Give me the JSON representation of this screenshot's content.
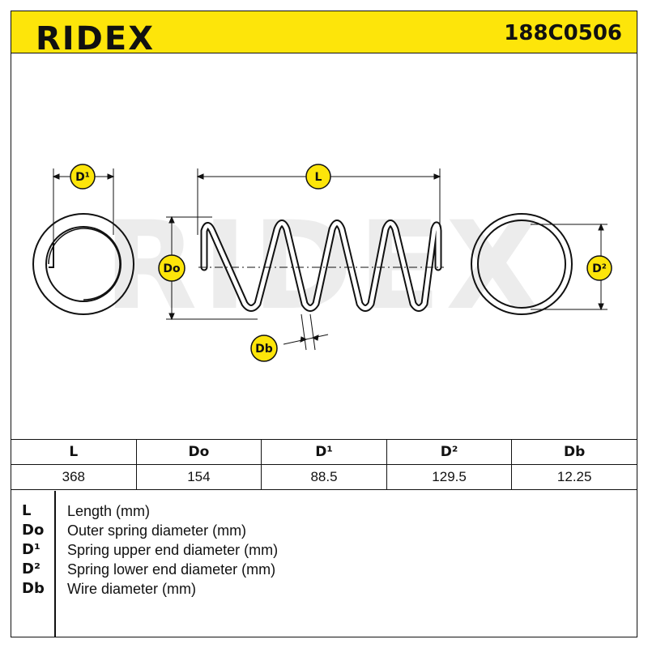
{
  "header": {
    "brand": "RIDEX",
    "part_number": "188C0506"
  },
  "diagram": {
    "labels": {
      "d1": "D¹",
      "l": "L",
      "do": "Do",
      "d2": "D²",
      "db": "Db"
    },
    "watermark": "RIDEX",
    "colors": {
      "accent": "#fde50a",
      "line": "#111111",
      "watermark": "#e6e6e6"
    }
  },
  "spec_table": {
    "headers": [
      "L",
      "Do",
      "D¹",
      "D²",
      "Db"
    ],
    "values": [
      "368",
      "154",
      "88.5",
      "129.5",
      "12.25"
    ]
  },
  "legend": [
    {
      "key": "L",
      "desc": "Length (mm)"
    },
    {
      "key": "Do",
      "desc": "Outer spring diameter (mm)"
    },
    {
      "key": "D¹",
      "desc": "Spring upper end diameter (mm)"
    },
    {
      "key": "D²",
      "desc": "Spring lower end diameter (mm)"
    },
    {
      "key": "Db",
      "desc": "Wire diameter (mm)"
    }
  ]
}
